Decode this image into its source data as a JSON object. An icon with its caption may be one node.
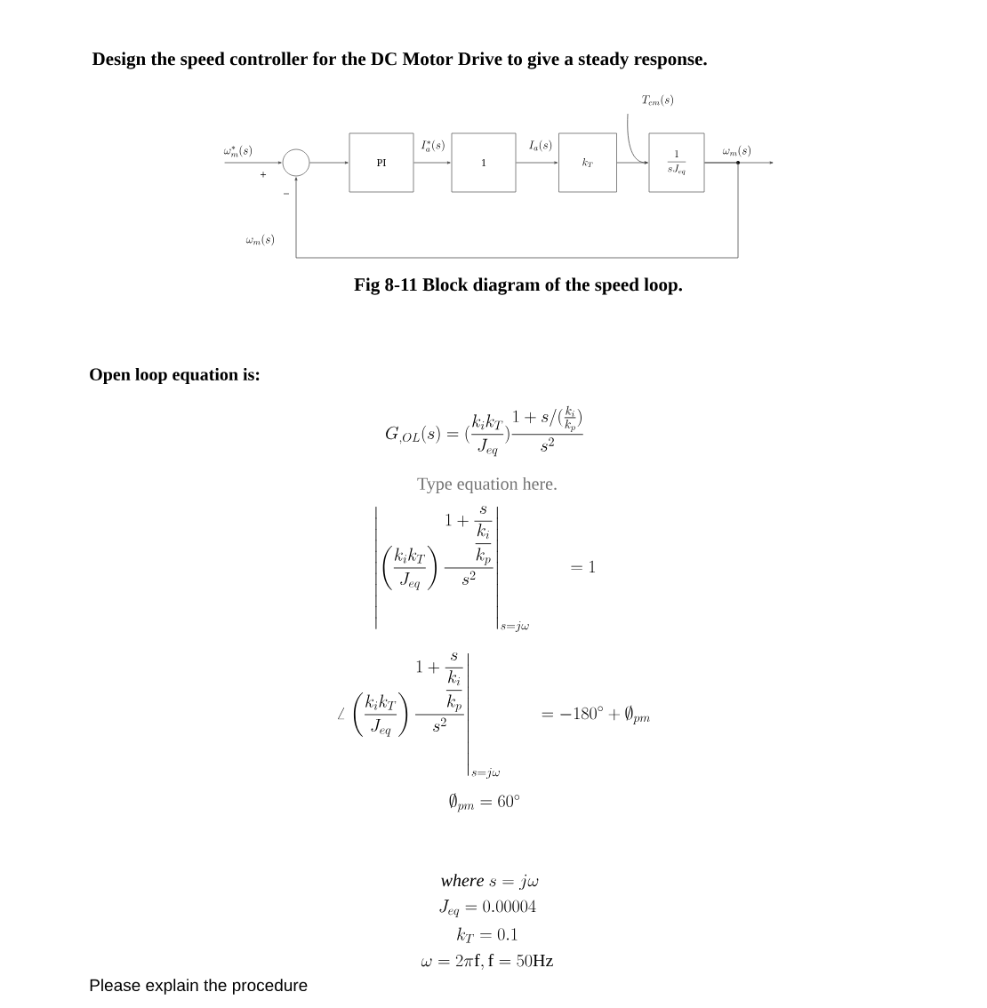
{
  "diagram": {
    "title": "Design the speed controller for the DC Motor Drive to give a steady response.",
    "caption": "Fig 8-11 Block diagram of the speed loop.",
    "nodes": [
      {
        "text": [],
        "shape": "circle"
      },
      {
        "text": [
          "PI"
        ]
      },
      {
        "text": [
          "1"
        ]
      },
      {
        "text": [
          "k_T"
        ]
      },
      {
        "text": [
          "\\dfrac{1}{sJ_{eq}}"
        ]
      }
    ],
    "edges": [
      {
        "from": null,
        "to": 0,
        "arrow": "to",
        "label": "\\omega_m^*(s)"
      },
      {
        "from": 0,
        "to": 1,
        "arrow": "to"
      },
      {
        "from": 1,
        "to": 2,
        "arrow": "to",
        "label": "I_a^*(s)"
      },
      {
        "from": 2,
        "to": 3,
        "arrow": "to",
        "label": "I_a(s)"
      },
      {
        "from": 3,
        "to": 4,
        "arrow": "to"
      },
      {
        "from": null,
        "to": 4,
        "arrow": "to",
        "label": "T_{em}(s)"
      },
      {
        "from": 4,
        "to": null,
        "arrow": "to",
        "label": "\\omega_m(s)"
      },
      {
        "from": 4,
        "to": 0,
        "arrow": "to",
        "label": "\\omega_m(s)"
      }
    ],
    "labels": [
      "+",
      "−",
      "Open loop equation is:",
      "G_{,OL}(s) = (\\frac{k_i k_T}{J_{eq}})\\frac{1+s/(\\frac{k_i}{k_p})}{s^2}",
      "Type equation here.",
      "\\left|\\left(\\frac{k_ik_T}{J_{eq}}\\right)\\frac{1+\\dfrac{s}{\\dfrac{k_i}{k_p}}}{s^2}\\right|_{s=j\\omega}\\qquad = 1",
      "\\angle\\left.\\left(\\frac{k_ik_T}{J_{eq}}\\right)\\frac{1+\\dfrac{s}{\\dfrac{k_i}{k_p}}}{s^2}\\right|_{s=j\\omega}\\qquad = -180^\\circ + \\emptyset_{pm}",
      "\\emptyset_{pm} = 60^\\circ",
      "\\mathit{where}\\ s = j\\omega",
      "J_{eq} = 0.00004",
      "k_T = 0.1",
      "\\omega = 2\\pi \\mathrm{f}, \\mathrm{f} = 50\\mathrm{Hz}",
      "Please explain the procedure"
    ]
  }
}
